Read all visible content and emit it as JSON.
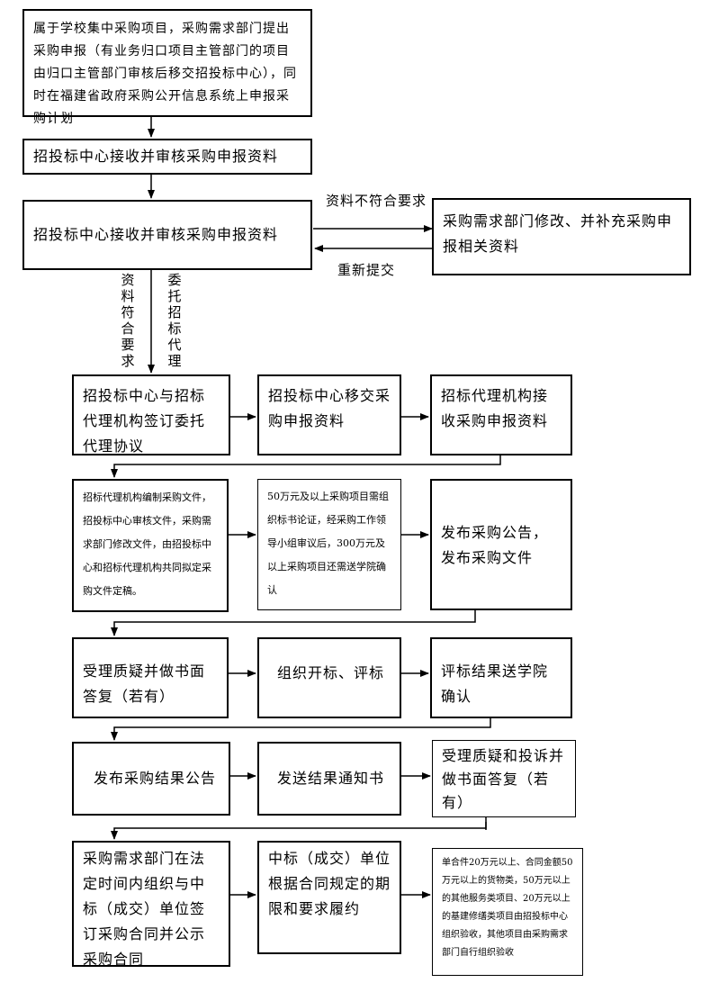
{
  "boxes": {
    "b1": "属于学校集中采购项目，采购需求部门提出采购申报（有业务归口项目主管部门的项目由归口主管部门审核后移交招投标中心），同时在福建省政府采购公开信息系统上申报采购计划",
    "b2": "招投标中心接收并审核采购申报资料",
    "b3": "招投标中心接收并审核采购申报资料",
    "b4": "采购需求部门修改、并补充采购申报相关资料",
    "b5": "招投标中心与招标代理机构签订委托代理协议",
    "b6": "招投标中心移交采购申报资料",
    "b7": "招标代理机构接收采购申报资料",
    "b8": "招标代理机构编制采购文件，招投标中心审核文件，采购需求部门修改文件，由招投标中心和招标代理机构共同拟定采购文件定稿。",
    "b9": "50万元及以上采购项目需组织标书论证，经采购工作领导小组审议后，300万元及以上采购项目还需送学院确认",
    "b10": "发布采购公告，发布采购文件",
    "b11": "受理质疑并做书面答复（若有）",
    "b12": "组织开标、评标",
    "b13": "评标结果送学院确认",
    "b14": "发布采购结果公告",
    "b15": "发送结果通知书",
    "b16": "受理质疑和投诉并做书面答复（若有）",
    "b17": "采购需求部门在法定时间内组织与中标（成交）单位签订采购合同并公示采购合同",
    "b18": "中标（成交）单位根据合同规定的期限和要求履约",
    "b19": "单合件20万元以上、合同金额50万元以上的货物类，50万元以上的其他服务类项目、20万元以上的基建修缮类项目由招投标中心组织验收，其他项目由采购需求部门自行组织验收"
  },
  "labels": {
    "not_meet": "资料不符合要求",
    "resubmit": "重新提交",
    "meet": "资料符合要求",
    "entrust": "委托招标代理"
  }
}
